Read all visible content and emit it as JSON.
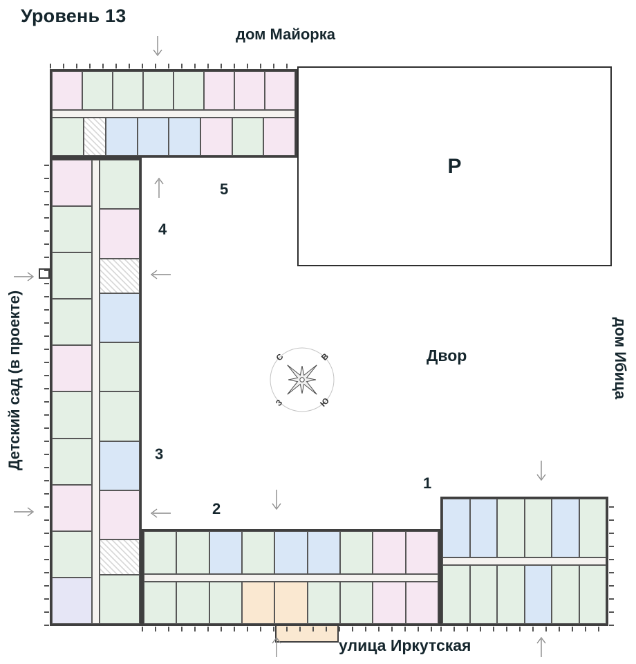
{
  "page": {
    "title": "Уровень 13"
  },
  "labels": {
    "level_title": "Уровень 13",
    "house_top": "дом Майорка",
    "house_right": "дом Ибица",
    "kindergarten_left": "Детский сад (в проекте)",
    "street_bottom": "улица Иркутская",
    "courtyard": "Двор",
    "parking": "Р"
  },
  "sections": [
    {
      "number": "1"
    },
    {
      "number": "2"
    },
    {
      "number": "3"
    },
    {
      "number": "4"
    },
    {
      "number": "5"
    }
  ],
  "compass": {
    "north": "С",
    "east": "В",
    "south": "Ю",
    "west": "З"
  },
  "colors": {
    "wall": "#3f3f3f",
    "unit_green": "#e4f0e5",
    "unit_pink": "#f6e7f2",
    "unit_blue": "#d9e7f7",
    "unit_lavender": "#e6e6f6",
    "unit_orange": "#fae8d1",
    "corridor": "#f5f3f0",
    "core": "#ffffff",
    "text": "#15262d",
    "arrow": "#8a8a8a",
    "parking_border": "#2e2e2e"
  },
  "building": {
    "wings": [
      {
        "id": "top",
        "orientation": "h",
        "rows": [
          {
            "cells": [
              "pink",
              "green",
              "green",
              "green",
              "green",
              "pink",
              "pink",
              "pink"
            ]
          },
          {
            "cells": [
              "green",
              "core",
              "blue",
              "blue",
              "blue",
              "pink",
              "green",
              "pink"
            ]
          }
        ]
      },
      {
        "id": "left",
        "orientation": "v",
        "rows": [
          {
            "cells": [
              "pink",
              "green",
              "green",
              "green",
              "pink",
              "green",
              "green",
              "pink",
              "green",
              "lav"
            ]
          },
          {
            "cells": [
              "green",
              "pink",
              "core",
              "blue",
              "green",
              "green",
              "blue",
              "pink",
              "core",
              "green"
            ]
          }
        ]
      },
      {
        "id": "bottom",
        "orientation": "h",
        "rows": [
          {
            "cells": [
              "green",
              "green",
              "blue",
              "green",
              "blue",
              "blue",
              "green",
              "pink",
              "pink"
            ]
          },
          {
            "cells": [
              "green",
              "green",
              "green",
              "orange",
              "orange",
              "green",
              "green",
              "pink",
              "pink"
            ]
          }
        ]
      },
      {
        "id": "right",
        "orientation": "h",
        "rows": [
          {
            "cells": [
              "blue",
              "blue",
              "green",
              "green",
              "blue",
              "green"
            ]
          },
          {
            "cells": [
              "green",
              "green",
              "green",
              "blue",
              "green",
              "green"
            ]
          }
        ]
      }
    ]
  },
  "icons": {
    "entrance-arrow": "thin line arrow ↓",
    "compass-rose": "8-point star ✴"
  }
}
